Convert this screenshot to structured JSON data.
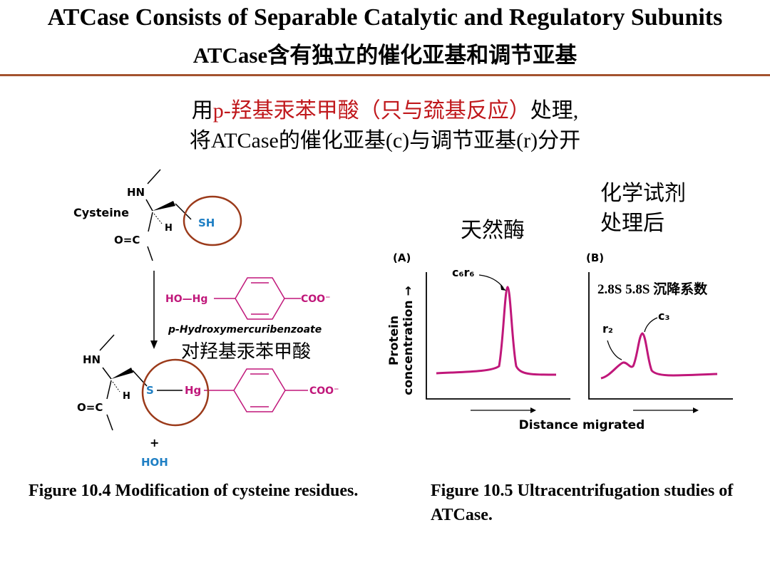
{
  "header": {
    "title_en": "ATCase Consists of Separable Catalytic and  Regulatory  Subunits",
    "title_cn": "ATCase含有独立的催化亚基和调节亚基"
  },
  "instruction": {
    "line1_prefix": "用",
    "line1_reagent": "p-羟基汞苯甲酸（只与巯基反应）",
    "line1_suffix": "处理,",
    "line2": "将ATCase的催化亚基(c)与调节亚基(r)分开"
  },
  "figure_4": {
    "cysteine_label": "Cysteine",
    "hn_top": "HN",
    "h_top": "H",
    "oc_top": "O=C",
    "sh": "SH",
    "reagent_ho": "HO—Hg",
    "reagent_coo": "COO⁻",
    "reagent_name": "p-Hydroxymercuribenzoate",
    "reagent_name_cn": "对羟基汞苯甲酸",
    "hn_bottom": "HN",
    "h_bottom": "H",
    "oc_bottom": "O=C",
    "s": "S",
    "hg": "Hg",
    "product_coo": "COO⁻",
    "plus": "+",
    "hoh": "HOH",
    "caption": "Figure 10.4 Modification of cysteine residues."
  },
  "figure_5": {
    "label_native": "天然酶",
    "label_treated_line1": "化学试剂",
    "label_treated_line2": "处理后",
    "panel_a": "(A)",
    "panel_b": "(B)",
    "peak_a": "c₆r₆",
    "peak_r": "r₂",
    "peak_c": "c₃",
    "sed_coefficients": "2.8S  5.8S 沉降系数",
    "ylabel_line1": "Protein",
    "ylabel_line2": "concentration →",
    "xlabel": "Distance migrated",
    "caption": "Figure 10.5 Ultracentrifugation studies of ATCase."
  },
  "colors": {
    "rule": "#a4532e",
    "red_text": "#c0181c",
    "magenta": "#c0177a",
    "blue": "#1f7fc4",
    "circle": "#9b3a1a"
  }
}
